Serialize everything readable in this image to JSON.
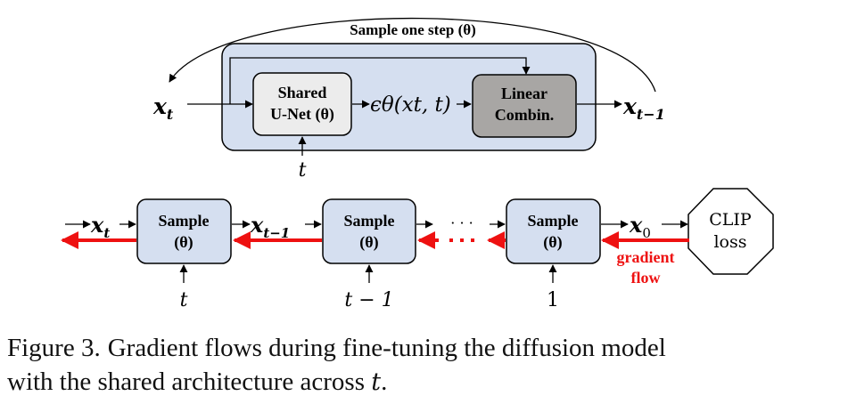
{
  "top_module": {
    "title": "Sample one step (θ)",
    "unet_label_1": "Shared",
    "unet_label_2": "U-Net (θ)",
    "linear_label_1": "Linear",
    "linear_label_2": "Combin.",
    "input_var": "x",
    "input_sub": "t",
    "eps_label": "ϵθ(xt, t)",
    "output_var": "x",
    "output_sub": "t−1",
    "time_input": "t"
  },
  "chain": {
    "sample_label_1": "Sample",
    "sample_label_2": "(θ)",
    "in_var": "x",
    "in_sub": "t",
    "mid_var": "x",
    "mid_sub": "t−1",
    "dots": "· · ·",
    "out_var": "x",
    "out_sub": "0",
    "time_1": "t",
    "time_2": "t − 1",
    "time_3": "1",
    "clip_label_1": "CLIP",
    "clip_label_2": "loss",
    "gradient_label_1": "gradient",
    "gradient_label_2": "flow"
  },
  "caption": {
    "figure_label": "Figure 3.",
    "line1": "Gradient flows during fine-tuning the diffusion model",
    "line2_prefix": "with the shared architecture across ",
    "line2_var": "t",
    "line2_suffix": "."
  },
  "colors": {
    "box_fill": "#d5dff0",
    "unet_fill": "#ececec",
    "linear_fill": "#a8a6a4",
    "gradient": "#ee1111",
    "stroke": "#000000"
  }
}
